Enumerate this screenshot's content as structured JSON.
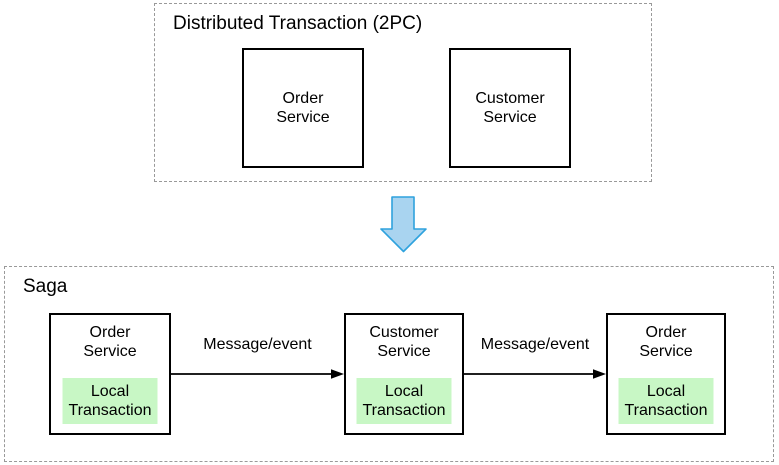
{
  "diagram": {
    "two_pc": {
      "title": "Distributed Transaction (2PC)",
      "services": [
        {
          "label": "Order\nService"
        },
        {
          "label": "Customer\nService"
        }
      ]
    },
    "transform_arrow": {
      "icon": "down-arrow-icon",
      "fill": "#a9d4f0",
      "stroke": "#2fa2dd"
    },
    "saga": {
      "title": "Saga",
      "steps": [
        {
          "service": "Order\nService",
          "local": "Local\nTransaction"
        },
        {
          "service": "Customer\nService",
          "local": "Local\nTransaction"
        },
        {
          "service": "Order\nService",
          "local": "Local\nTransaction"
        }
      ],
      "arrows": [
        {
          "label": "Message/event"
        },
        {
          "label": "Message/event"
        }
      ]
    },
    "colors": {
      "local_transaction_fill": "#c8f7c5",
      "group_border": "#999999",
      "box_border": "#000000",
      "arrow_line": "#000000"
    }
  }
}
